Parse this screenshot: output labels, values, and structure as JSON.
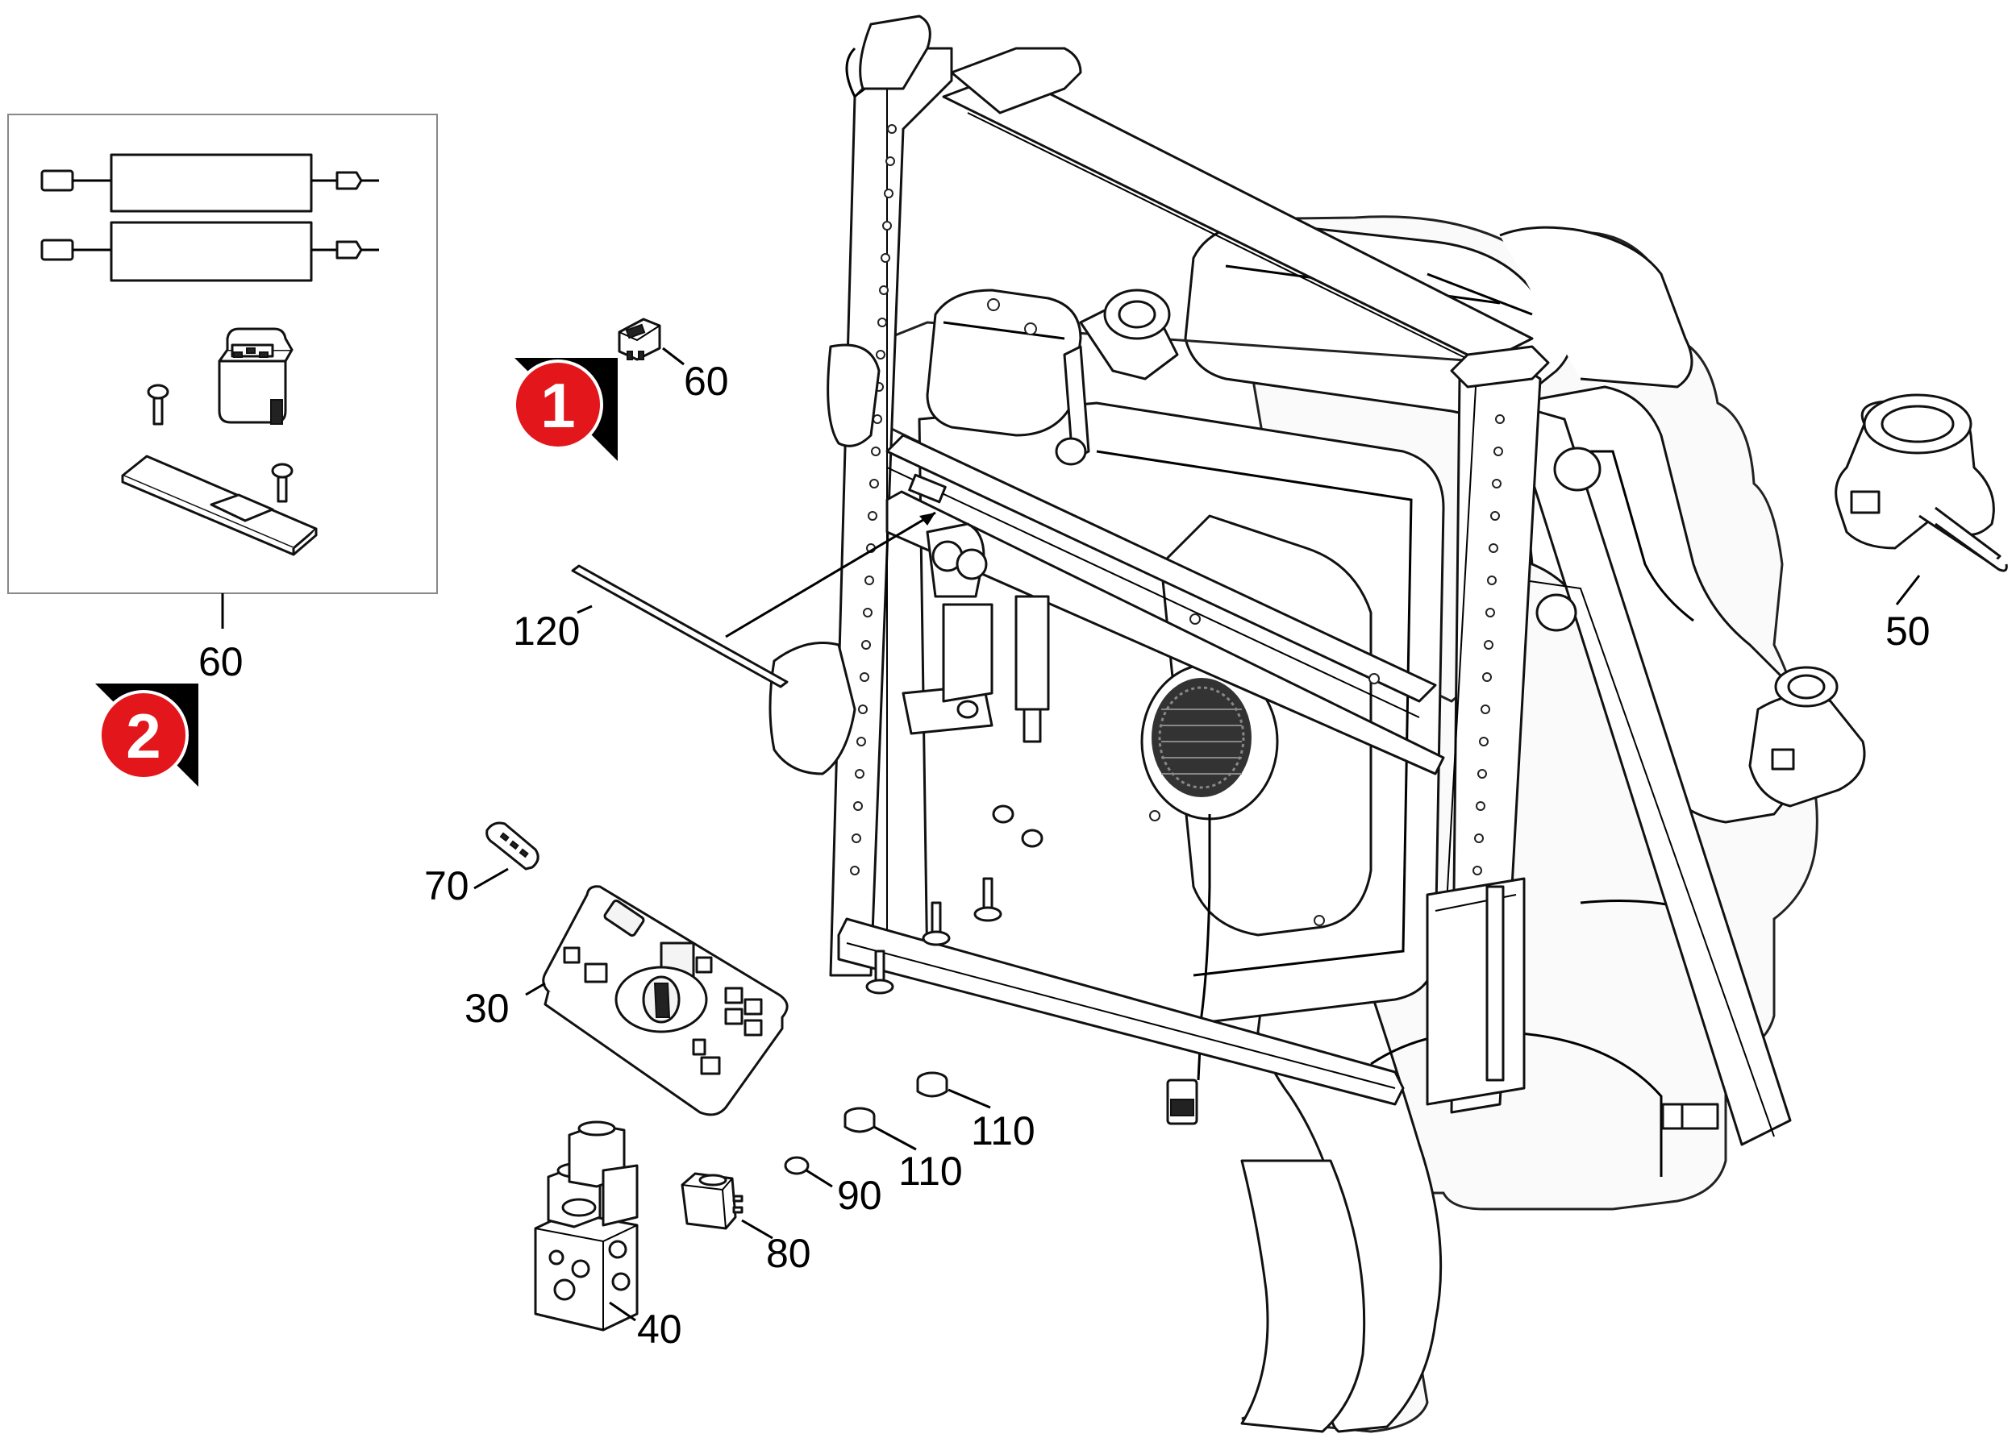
{
  "callouts": [
    {
      "id": "60a",
      "text": "60"
    },
    {
      "id": "60b",
      "text": "60"
    },
    {
      "id": "50",
      "text": "50"
    },
    {
      "id": "120",
      "text": "120"
    },
    {
      "id": "70",
      "text": "70"
    },
    {
      "id": "30",
      "text": "30"
    },
    {
      "id": "110a",
      "text": "110"
    },
    {
      "id": "110b",
      "text": "110"
    },
    {
      "id": "90",
      "text": "90"
    },
    {
      "id": "80",
      "text": "80"
    },
    {
      "id": "40",
      "text": "40"
    }
  ],
  "badges": [
    {
      "number": "1",
      "color": "#e3161b"
    },
    {
      "number": "2",
      "color": "#e3161b"
    }
  ],
  "colors": {
    "badge": "#e3161b",
    "line": "#000000"
  }
}
